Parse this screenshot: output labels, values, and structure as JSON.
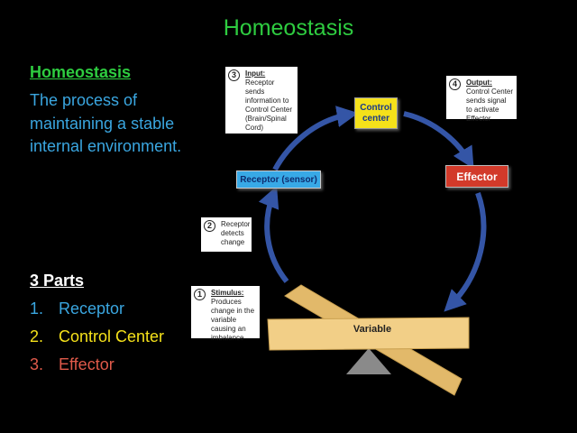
{
  "title": "Homeostasis",
  "definition": {
    "heading": "Homeostasis",
    "text": "The process of maintaining a stable internal environment."
  },
  "parts": {
    "heading": "3 Parts",
    "items": [
      {
        "num": "1.",
        "label": "Receptor",
        "color": "#3aa6e0"
      },
      {
        "num": "2.",
        "label": "Control Center",
        "color": "#f5e11a"
      },
      {
        "num": "3.",
        "label": "Effector",
        "color": "#e05a4a"
      }
    ]
  },
  "diagram": {
    "control_box": "Control center",
    "receptor_box": "Receptor (sensor)",
    "effector_box": "Effector",
    "variable": "Variable",
    "callouts": {
      "input": {
        "num": "3",
        "head": "Input:",
        "body": "Receptor sends information to Control Center (Brain/Spinal Cord)"
      },
      "output": {
        "num": "4",
        "head": "Output:",
        "body": "Control Center sends signal to activate Effector"
      },
      "detects": {
        "num": "2",
        "head": "",
        "body": "Receptor detects change"
      },
      "stimulus": {
        "num": "1",
        "head": "Stimulus:",
        "body": "Produces change in the variable causing an imbalance"
      }
    },
    "colors": {
      "arrow": "#3455a6",
      "plank": "#f2cf87",
      "fulcrum": "#8a8a8a"
    }
  }
}
